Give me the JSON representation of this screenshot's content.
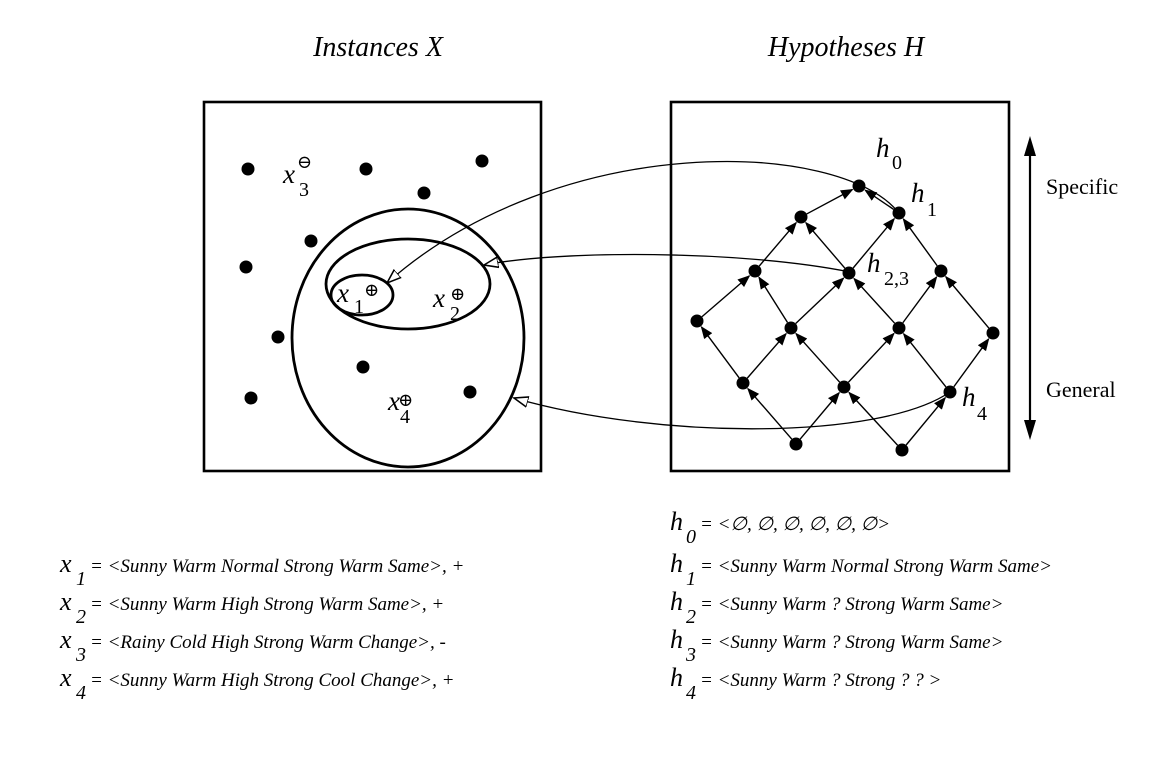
{
  "titles": {
    "instances": "Instances X",
    "hypotheses": "Hypotheses H"
  },
  "axis": {
    "specific": "Specific",
    "general": "General"
  },
  "instance_labels": {
    "x1": {
      "sym": "x",
      "sub": "1",
      "mark": "⊕"
    },
    "x2": {
      "sym": "x",
      "sub": "2",
      "mark": "⊕"
    },
    "x3": {
      "sym": "x",
      "sub": "3",
      "mark": "⊖"
    },
    "x4": {
      "sym": "x",
      "sub": "4",
      "mark": "⊕"
    }
  },
  "hypothesis_labels": {
    "h0": {
      "sym": "h",
      "sub": "0"
    },
    "h1": {
      "sym": "h",
      "sub": "1"
    },
    "h23": {
      "sym": "h",
      "sub": "2,3"
    },
    "h4": {
      "sym": "h",
      "sub": "4"
    }
  },
  "instance_equations": [
    {
      "sym": "x",
      "sub": "1",
      "text": "= <Sunny Warm Normal Strong Warm Same>, +"
    },
    {
      "sym": "x",
      "sub": "2",
      "text": "= <Sunny Warm High  Strong Warm Same>, +"
    },
    {
      "sym": "x",
      "sub": "3",
      "text": "= <Rainy Cold High Strong Warm Change>, -"
    },
    {
      "sym": "x",
      "sub": "4",
      "text": "= <Sunny Warm High Strong Cool Change>, +"
    }
  ],
  "hypothesis_equations": [
    {
      "sym": "h",
      "sub": "0",
      "text": "= <∅, ∅, ∅,  ∅, ∅, ∅>"
    },
    {
      "sym": "h",
      "sub": "1",
      "text": "= <Sunny Warm Normal Strong Warm Same>"
    },
    {
      "sym": "h",
      "sub": "2",
      "text": "= <Sunny Warm  ?  Strong Warm Same>"
    },
    {
      "sym": "h",
      "sub": "3",
      "text": "= <Sunny Warm ? Strong Warm Same>"
    },
    {
      "sym": "h",
      "sub": "4",
      "text": "= <Sunny Warm  ?  Strong  ?  ? >"
    }
  ]
}
